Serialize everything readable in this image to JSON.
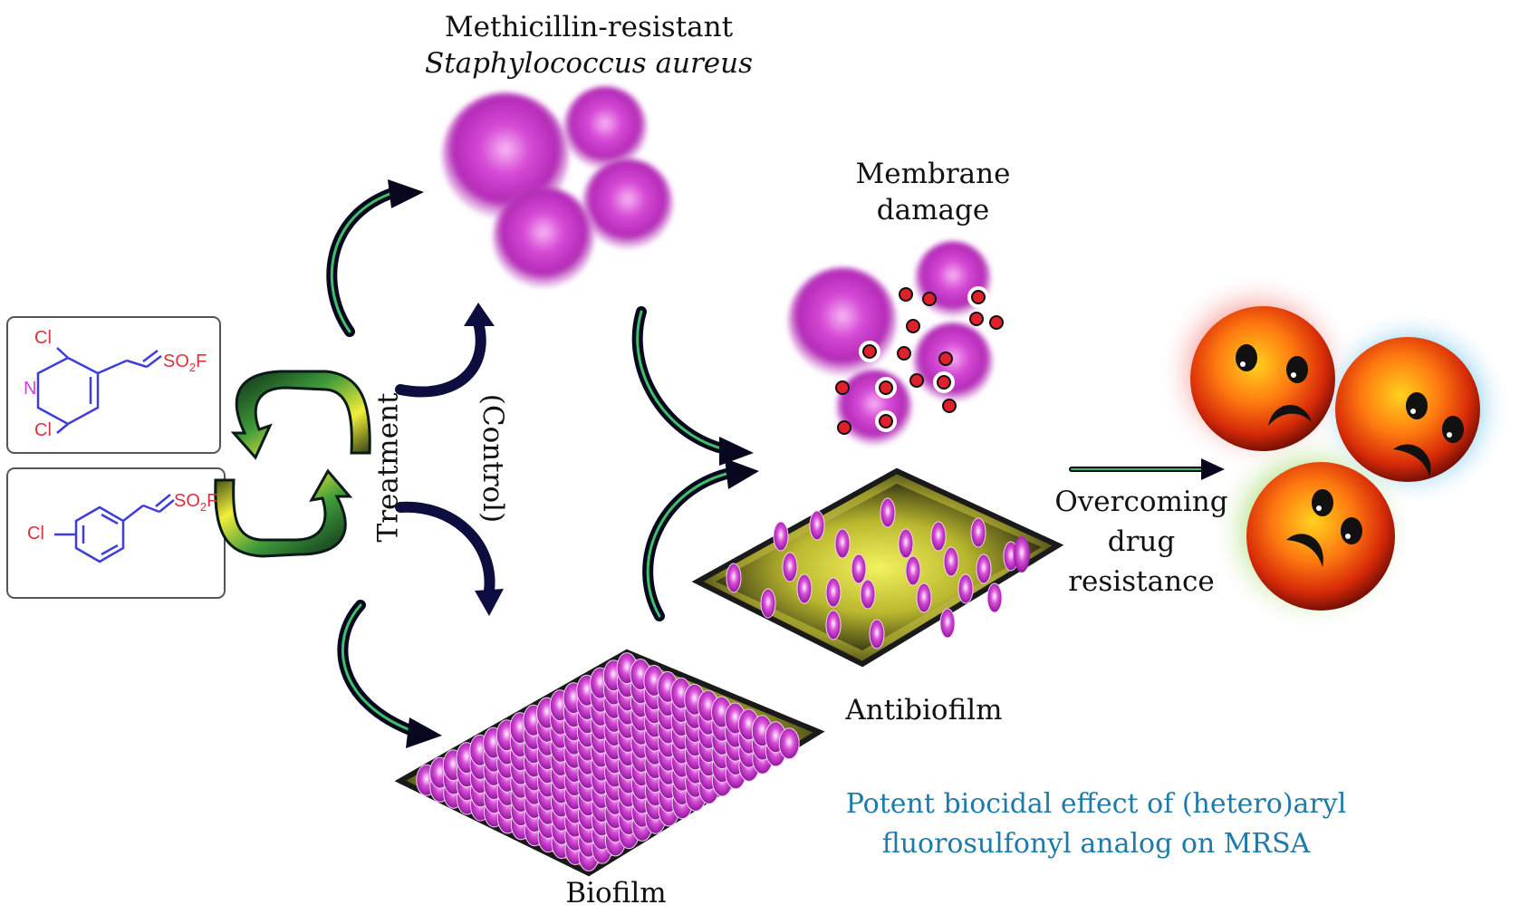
{
  "labels": {
    "organism_line1": "Methicillin-resistant",
    "organism_line2": "Staphylococcus aureus",
    "membrane_line1": "Membrane",
    "membrane_line2": "damage",
    "treatment": "Treatment",
    "control": "(Control)",
    "antibiofilm": "Antibiofilm",
    "biofilm": "Biofilm",
    "overcoming_line1": "Overcoming",
    "overcoming_line2": "drug",
    "overcoming_line3": "resistance"
  },
  "caption": {
    "line1": "Potent biocidal effect of (hetero)aryl",
    "line2": "fluorosulfonyl analog on MRSA"
  },
  "compounds": [
    {
      "name": "pyridine-compound",
      "substituent_top": "Cl",
      "ring_atom": "N",
      "substituent_bottom": "Cl",
      "group": "SO2F",
      "group_main": "SO",
      "group_sub": "2",
      "group_end": "F"
    },
    {
      "name": "phenyl-compound",
      "substituent": "Cl",
      "group": "SO2F",
      "group_main": "SO",
      "group_sub": "2",
      "group_end": "F"
    }
  ],
  "colors": {
    "bacteria": "#b52ab8",
    "caption": "#1f7aa8",
    "chem_red": "#e0303a",
    "chem_blue": "#3d3ddb",
    "arrow_dark": "#07071f",
    "arrow_green": "#3fbf6a",
    "film_glow": "#e8ea3a"
  }
}
